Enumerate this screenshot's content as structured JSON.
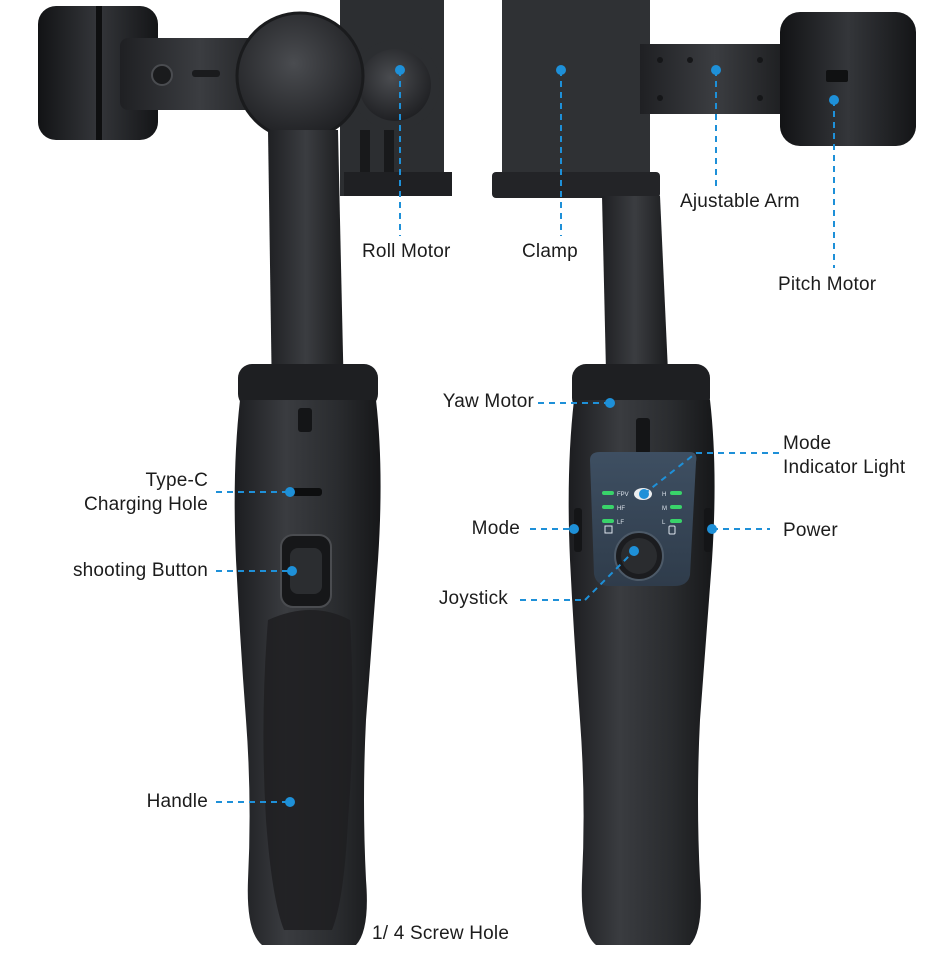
{
  "labels": {
    "roll_motor": "Roll Motor",
    "clamp": "Clamp",
    "adjustable_arm": "Ajustable Arm",
    "pitch_motor": "Pitch Motor",
    "yaw_motor": "Yaw Motor",
    "mode_indicator_light": [
      "Mode",
      "Indicator Light"
    ],
    "type_c_charging_hole": [
      "Type-C",
      "Charging Hole"
    ],
    "mode": "Mode",
    "power": "Power",
    "shooting_button": "shooting Button",
    "joystick": "Joystick",
    "handle": "Handle",
    "screw_hole": "1/ 4 Screw Hole"
  },
  "panel_text": {
    "fpv": "FPV",
    "hf": "HF",
    "lf": "LF",
    "h": "H",
    "m": "M",
    "l": "L"
  },
  "colors": {
    "callout": "#1e90d8",
    "label_text": "#1c1c1c",
    "body_dark": "#2b2d30",
    "body_mid": "#3a3d41",
    "panel": "#3b4a5c",
    "led": "#39d36a"
  },
  "icons": [
    "gimbal-rear-view",
    "gimbal-front-view",
    "led-indicator",
    "battery-icon",
    "grid-icon"
  ]
}
